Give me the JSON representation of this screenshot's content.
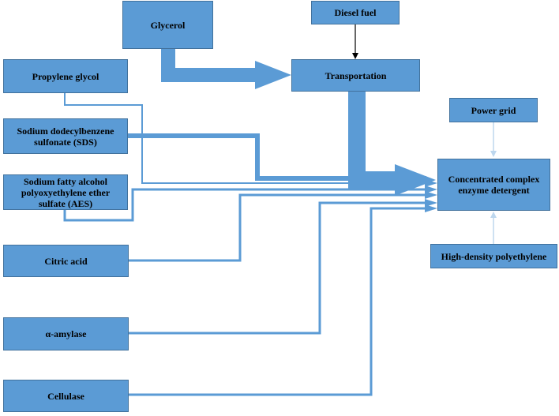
{
  "nodes": {
    "glycerol": "Glycerol",
    "diesel": "Diesel fuel",
    "transportation": "Transportation",
    "propylene": "Propylene glycol",
    "sds": "Sodium dodecylbenzene sulfonate (SDS)",
    "aes": "Sodium fatty alcohol polyoxyethylene ether sulfate (AES)",
    "citric": "Citric acid",
    "amylase": "α-amylase",
    "cellulase": "Cellulase",
    "power": "Power grid",
    "target": "Concentrated complex enzyme detergent",
    "hdpe": "High-density polyethylene"
  },
  "colors": {
    "box_fill": "#5b9bd5",
    "box_border": "#41719c",
    "flow": "#5b9bd5",
    "flow_light": "#bdd7ee",
    "arrow_dark": "#000000"
  }
}
